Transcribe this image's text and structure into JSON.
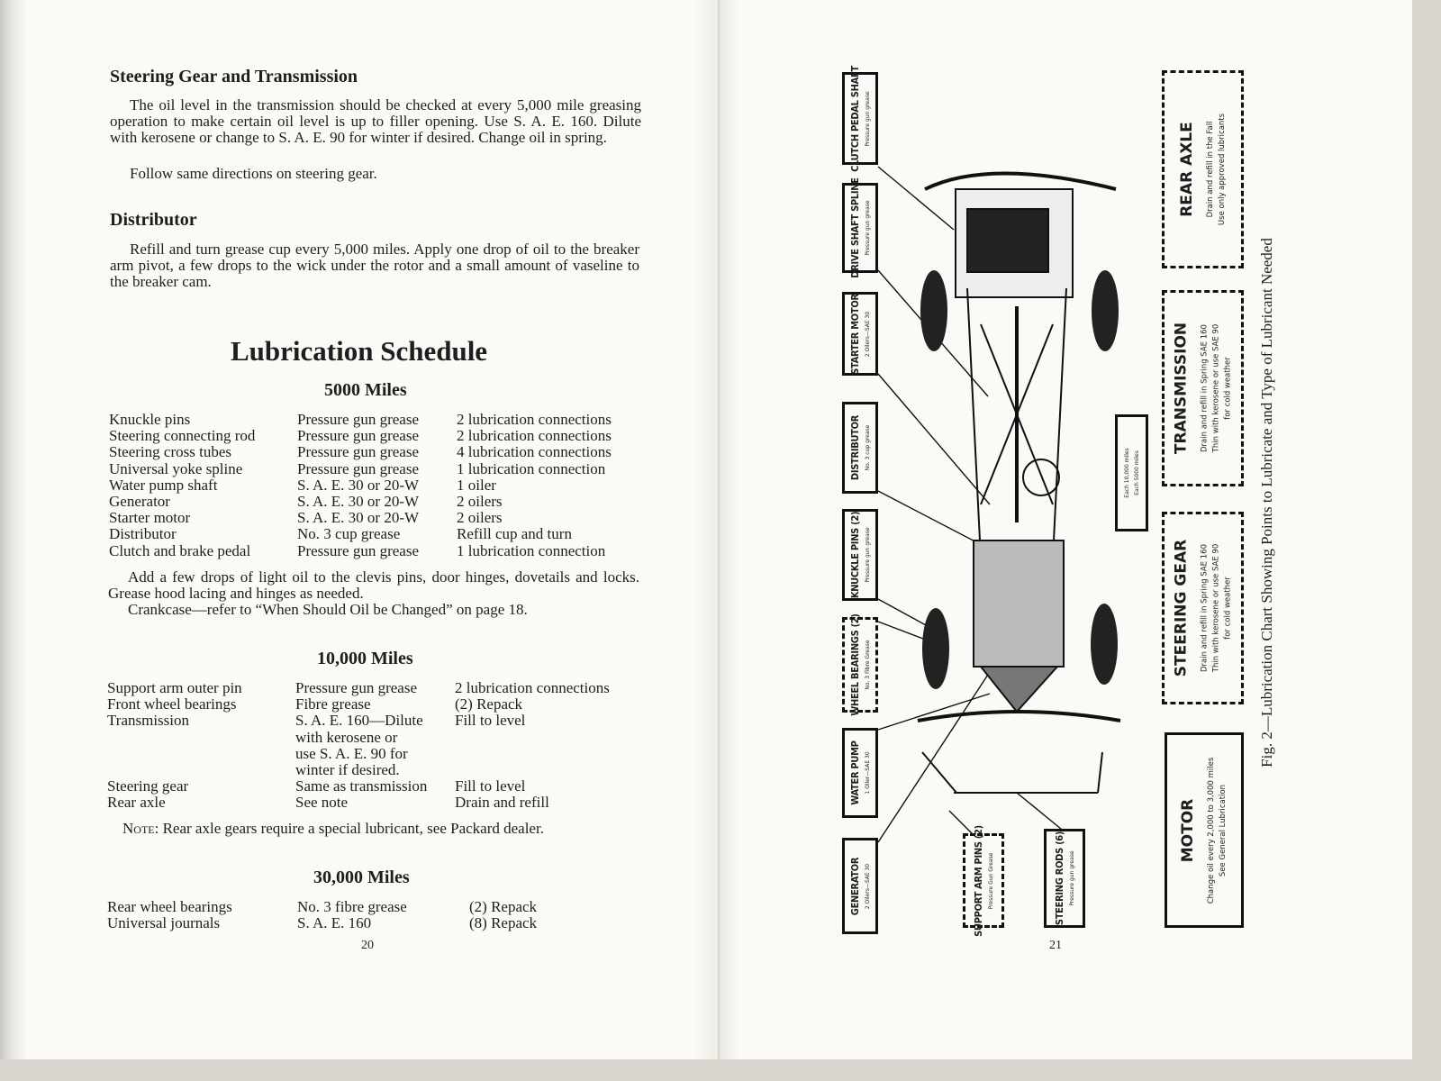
{
  "left_page": {
    "steering": {
      "heading": "Steering Gear and Transmission",
      "para1": "The oil level in the transmission should be checked at every 5,000 mile greasing operation to make certain oil level is up to filler opening. Use S. A. E. 160. Dilute with kerosene or change to S. A. E. 90 for winter if desired. Change oil in spring.",
      "para2": "Follow same directions on steering gear."
    },
    "distributor": {
      "heading": "Distributor",
      "para": "Refill and turn grease cup every 5,000 miles. Apply one drop of oil to the breaker arm pivot, a few drops to the wick under the rotor and a small amount of vaseline to the breaker cam."
    },
    "schedule_title": "Lubrication Schedule",
    "s5000": {
      "title": "5000 Miles",
      "rows": [
        [
          "Knuckle pins",
          "Pressure gun grease",
          "2 lubrication connections"
        ],
        [
          "Steering connecting rod",
          "Pressure gun grease",
          "2 lubrication connections"
        ],
        [
          "Steering cross tubes",
          "Pressure gun grease",
          "4 lubrication connections"
        ],
        [
          "Universal yoke spline",
          "Pressure gun grease",
          "1 lubrication connection"
        ],
        [
          "Water pump shaft",
          "S. A. E. 30 or 20-W",
          "1 oiler"
        ],
        [
          "Generator",
          "S. A. E. 30 or 20-W",
          "2 oilers"
        ],
        [
          "Starter motor",
          "S. A. E. 30 or 20-W",
          "2 oilers"
        ],
        [
          "Distributor",
          "No. 3 cup grease",
          "Refill cup and turn"
        ],
        [
          "Clutch and brake pedal",
          "Pressure gun grease",
          "1 lubrication connection"
        ]
      ],
      "note1": "Add a few drops of light oil to the clevis pins, door hinges, dovetails and locks. Grease hood lacing and hinges as needed.",
      "note2": "Crankcase—refer to “When Should Oil be Changed” on page 18."
    },
    "s10000": {
      "title": "10,000 Miles",
      "rows": [
        [
          "Support arm outer pin",
          "Pressure gun grease",
          "2 lubrication connections"
        ],
        [
          "Front wheel bearings",
          "Fibre grease",
          "(2) Repack"
        ],
        [
          "Transmission",
          "S. A. E. 160—Dilute",
          "Fill to level"
        ],
        [
          "",
          "with kerosene or",
          ""
        ],
        [
          "",
          "use S. A. E. 90 for",
          ""
        ],
        [
          "",
          "winter if desired.",
          ""
        ],
        [
          "Steering gear",
          "Same as transmission",
          "Fill to level"
        ],
        [
          "Rear axle",
          "See note",
          "Drain and refill"
        ]
      ],
      "note_label": "Note",
      "note": ": Rear axle gears require a special lubricant, see Packard dealer."
    },
    "s30000": {
      "title": "30,000 Miles",
      "rows": [
        [
          "Rear wheel bearings",
          "No. 3 fibre grease",
          "(2) Repack"
        ],
        [
          "Universal journals",
          "S. A. E. 160",
          "(8) Repack"
        ]
      ]
    },
    "page_number": "20"
  },
  "right_page": {
    "labels": [
      {
        "title": "CLUTCH PEDAL SHAFT",
        "sub": "Pressure gun grease"
      },
      {
        "title": "DRIVE SHAFT SPLINE",
        "sub": "Pressure gun grease"
      },
      {
        "title": "STARTER MOTOR",
        "sub": "2 Oilers—SAE 30"
      },
      {
        "title": "DISTRIBUTOR",
        "sub": "No. 3 cup grease"
      },
      {
        "title": "KNUCKLE PINS (2)",
        "sub": "Pressure gun grease"
      },
      {
        "title": "WHEEL BEARINGS (2)",
        "sub": "No. 3 Fibre Grease"
      },
      {
        "title": "WATER PUMP",
        "sub": "1 Oiler—SAE 30"
      },
      {
        "title": "GENERATOR",
        "sub": "2 Oilers—SAE 30"
      },
      {
        "title": "SUPPORT ARM PINS (2)",
        "sub": "Pressure Gun Grease"
      },
      {
        "title": "STEERING RODS (6)",
        "sub": "Pressure gun grease"
      }
    ],
    "legend": {
      "dashed": "Each 10,000 miles",
      "solid": "Each 5000 miles"
    },
    "panels": [
      {
        "title": "REAR AXLE",
        "lines": [
          "Drain and refill in the Fall",
          "Use only approved lubricants"
        ]
      },
      {
        "title": "TRANSMISSION",
        "lines": [
          "Drain and refill in Spring SAE 160",
          "Thin with kerosene or use SAE 90",
          "for cold weather"
        ]
      },
      {
        "title": "STEERING GEAR",
        "lines": [
          "Drain and refill in Spring SAE 160",
          "Thin with kerosene or use SAE 90",
          "for cold weather"
        ]
      },
      {
        "title": "MOTOR",
        "lines": [
          "Change oil every 2,000 to 3,000 miles",
          "See General Lubrication"
        ]
      }
    ],
    "caption": "Fig. 2—Lubrication Chart Showing Points to Lubricate and Type of Lubricant Needed",
    "page_number": "21"
  }
}
